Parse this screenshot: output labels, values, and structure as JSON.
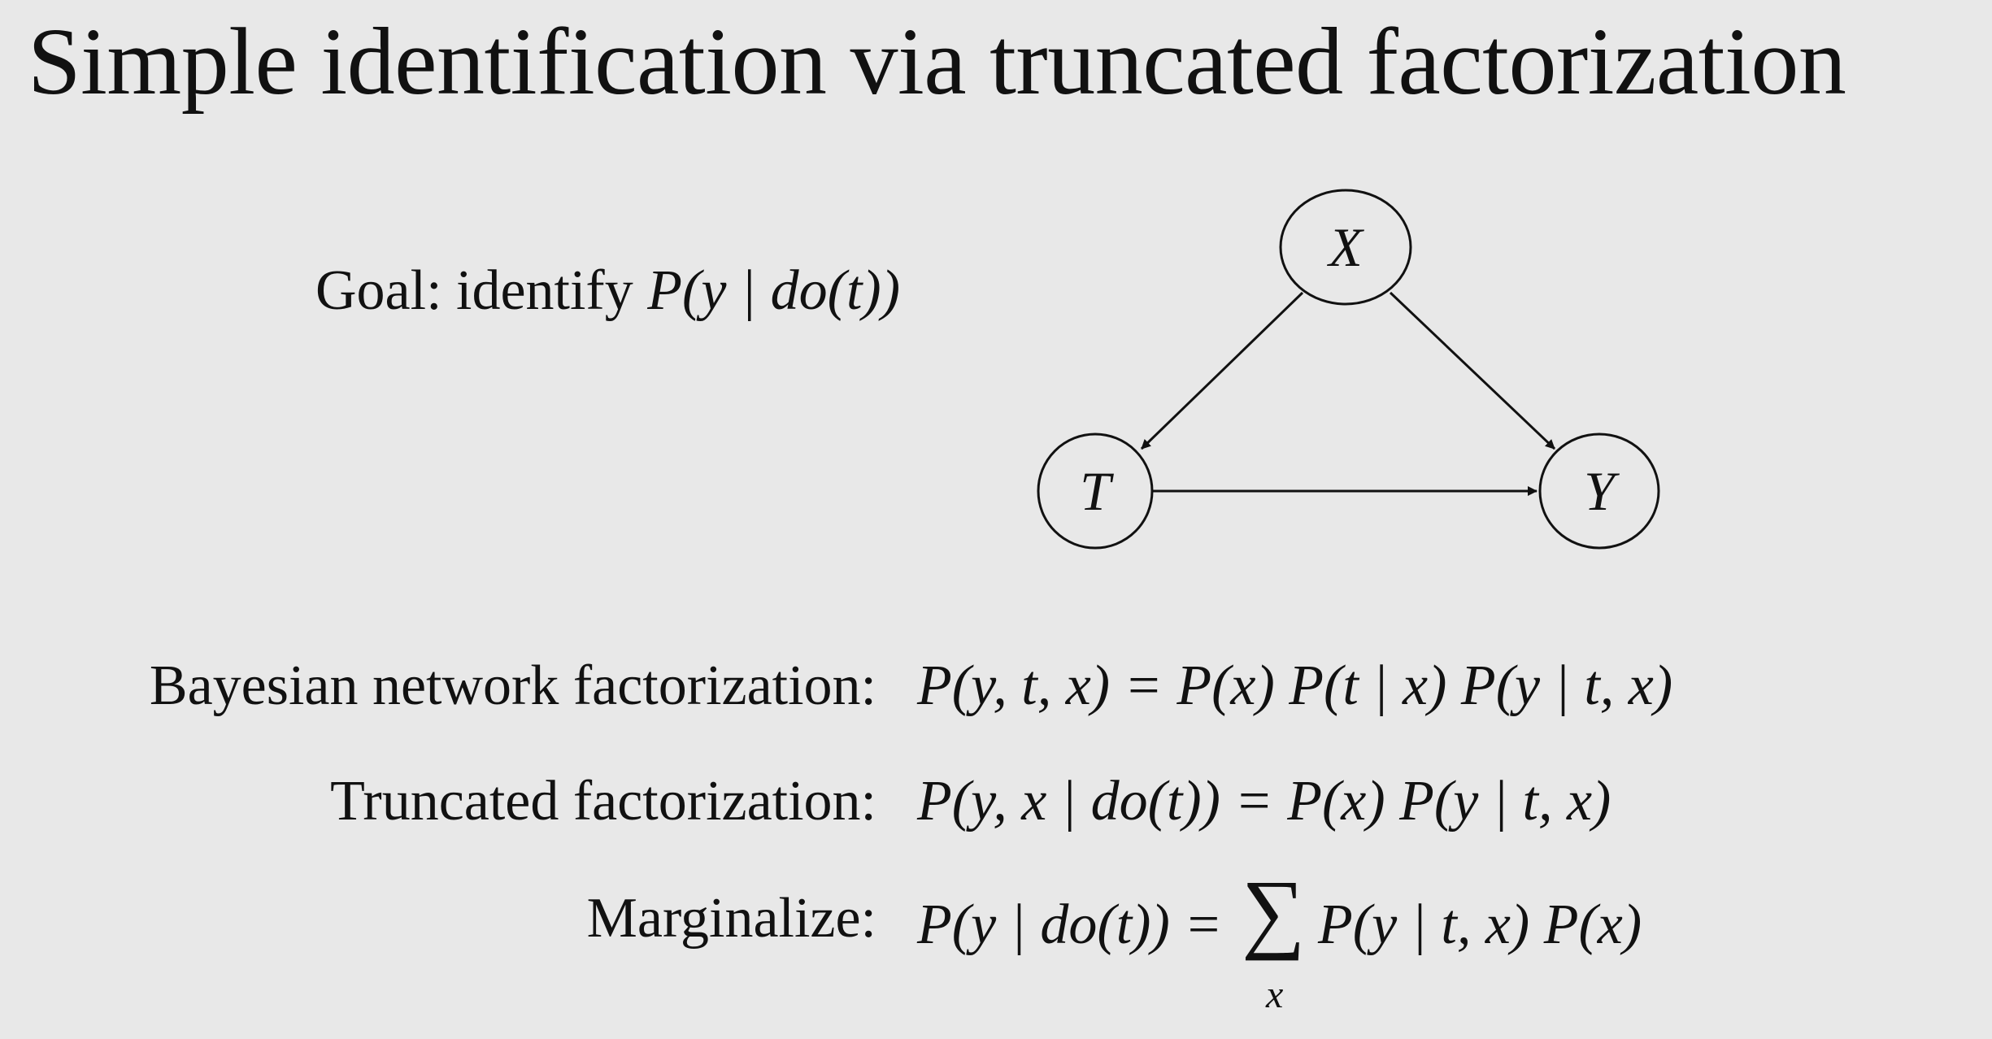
{
  "title": "Simple identification via truncated factorization",
  "goal": {
    "label": "Goal: identify ",
    "expression": "P(y | do(t))"
  },
  "graph": {
    "nodes": [
      {
        "id": "X",
        "label": "X"
      },
      {
        "id": "T",
        "label": "T"
      },
      {
        "id": "Y",
        "label": "Y"
      }
    ],
    "edges": [
      {
        "from": "X",
        "to": "T"
      },
      {
        "from": "X",
        "to": "Y"
      },
      {
        "from": "T",
        "to": "Y"
      }
    ]
  },
  "equations": [
    {
      "label": "Bayesian network factorization:",
      "formula": "P(y, t, x) = P(x) P(t | x) P(y | t, x)"
    },
    {
      "label": "Truncated factorization:",
      "formula": "P(y, x | do(t)) = P(x) P(y | t, x)"
    },
    {
      "label": "Marginalize:",
      "formula_lhs": "P(y | do(t)) = ",
      "sum_symbol": "∑",
      "sum_index": "x",
      "formula_rhs": "P(y | t, x) P(x)"
    }
  ]
}
